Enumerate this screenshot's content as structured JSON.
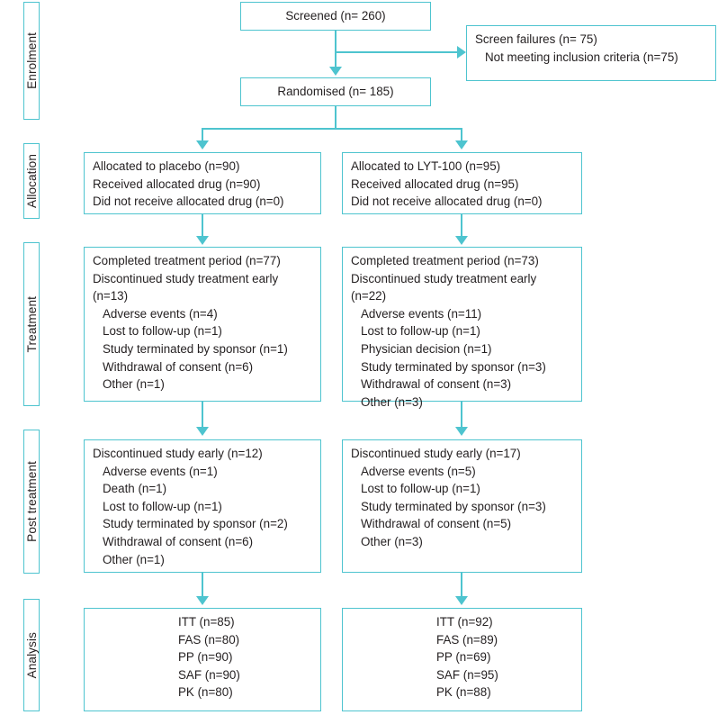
{
  "meta": {
    "title": "CONSORT participant flow diagram",
    "accent_color": "#4ec4cf",
    "text_color": "#231f20",
    "background_color": "#ffffff"
  },
  "stages": [
    {
      "key": "enrolment",
      "label": "Enrolment"
    },
    {
      "key": "allocation",
      "label": "Allocation"
    },
    {
      "key": "treatment",
      "label": "Treatment"
    },
    {
      "key": "post_treatment",
      "label": "Post treatment"
    },
    {
      "key": "analysis",
      "label": "Analysis"
    }
  ],
  "enrolment": {
    "screened": "Screened (n= 260)",
    "randomised": "Randomised (n= 185)",
    "screen_failures": {
      "heading": "Screen failures (n= 75)",
      "items": [
        "Not meeting inclusion criteria (n=75)"
      ]
    }
  },
  "allocation": {
    "placebo": [
      "Allocated to placebo (n=90)",
      "Received allocated drug (n=90)",
      "Did not receive allocated drug (n=0)"
    ],
    "lyt100": [
      "Allocated to LYT-100 (n=95)",
      "Received allocated drug (n=95)",
      "Did not receive allocated drug (n=0)"
    ]
  },
  "treatment": {
    "placebo": {
      "lines": [
        "Completed treatment period (n=77)",
        "Discontinued study treatment early",
        "(n=13)"
      ],
      "items": [
        "Adverse events (n=4)",
        "Lost to follow-up (n=1)",
        "Study terminated by sponsor (n=1)",
        "Withdrawal of consent (n=6)",
        "Other (n=1)"
      ]
    },
    "lyt100": {
      "lines": [
        "Completed treatment period (n=73)",
        "Discontinued study treatment early",
        "(n=22)"
      ],
      "items": [
        "Adverse events (n=11)",
        "Lost to follow-up (n=1)",
        "Physician decision (n=1)",
        "Study terminated by sponsor (n=3)",
        "Withdrawal of consent (n=3)",
        "Other (n=3)"
      ]
    }
  },
  "post_treatment": {
    "placebo": {
      "heading": "Discontinued study early (n=12)",
      "items": [
        "Adverse events (n=1)",
        "Death (n=1)",
        "Lost to follow-up (n=1)",
        "Study terminated by sponsor (n=2)",
        "Withdrawal of consent (n=6)",
        "Other (n=1)"
      ]
    },
    "lyt100": {
      "heading": "Discontinued study early (n=17)",
      "items": [
        "Adverse events (n=5)",
        "Lost to follow-up (n=1)",
        "Study terminated by sponsor (n=3)",
        "Withdrawal of consent (n=5)",
        "Other (n=3)"
      ]
    }
  },
  "analysis": {
    "placebo": [
      "ITT (n=85)",
      "FAS (n=80)",
      "PP (n=90)",
      "SAF (n=90)",
      "PK (n=80)"
    ],
    "lyt100": [
      "ITT (n=92)",
      "FAS (n=89)",
      "PP (n=69)",
      "SAF (n=95)",
      "PK (n=88)"
    ]
  }
}
